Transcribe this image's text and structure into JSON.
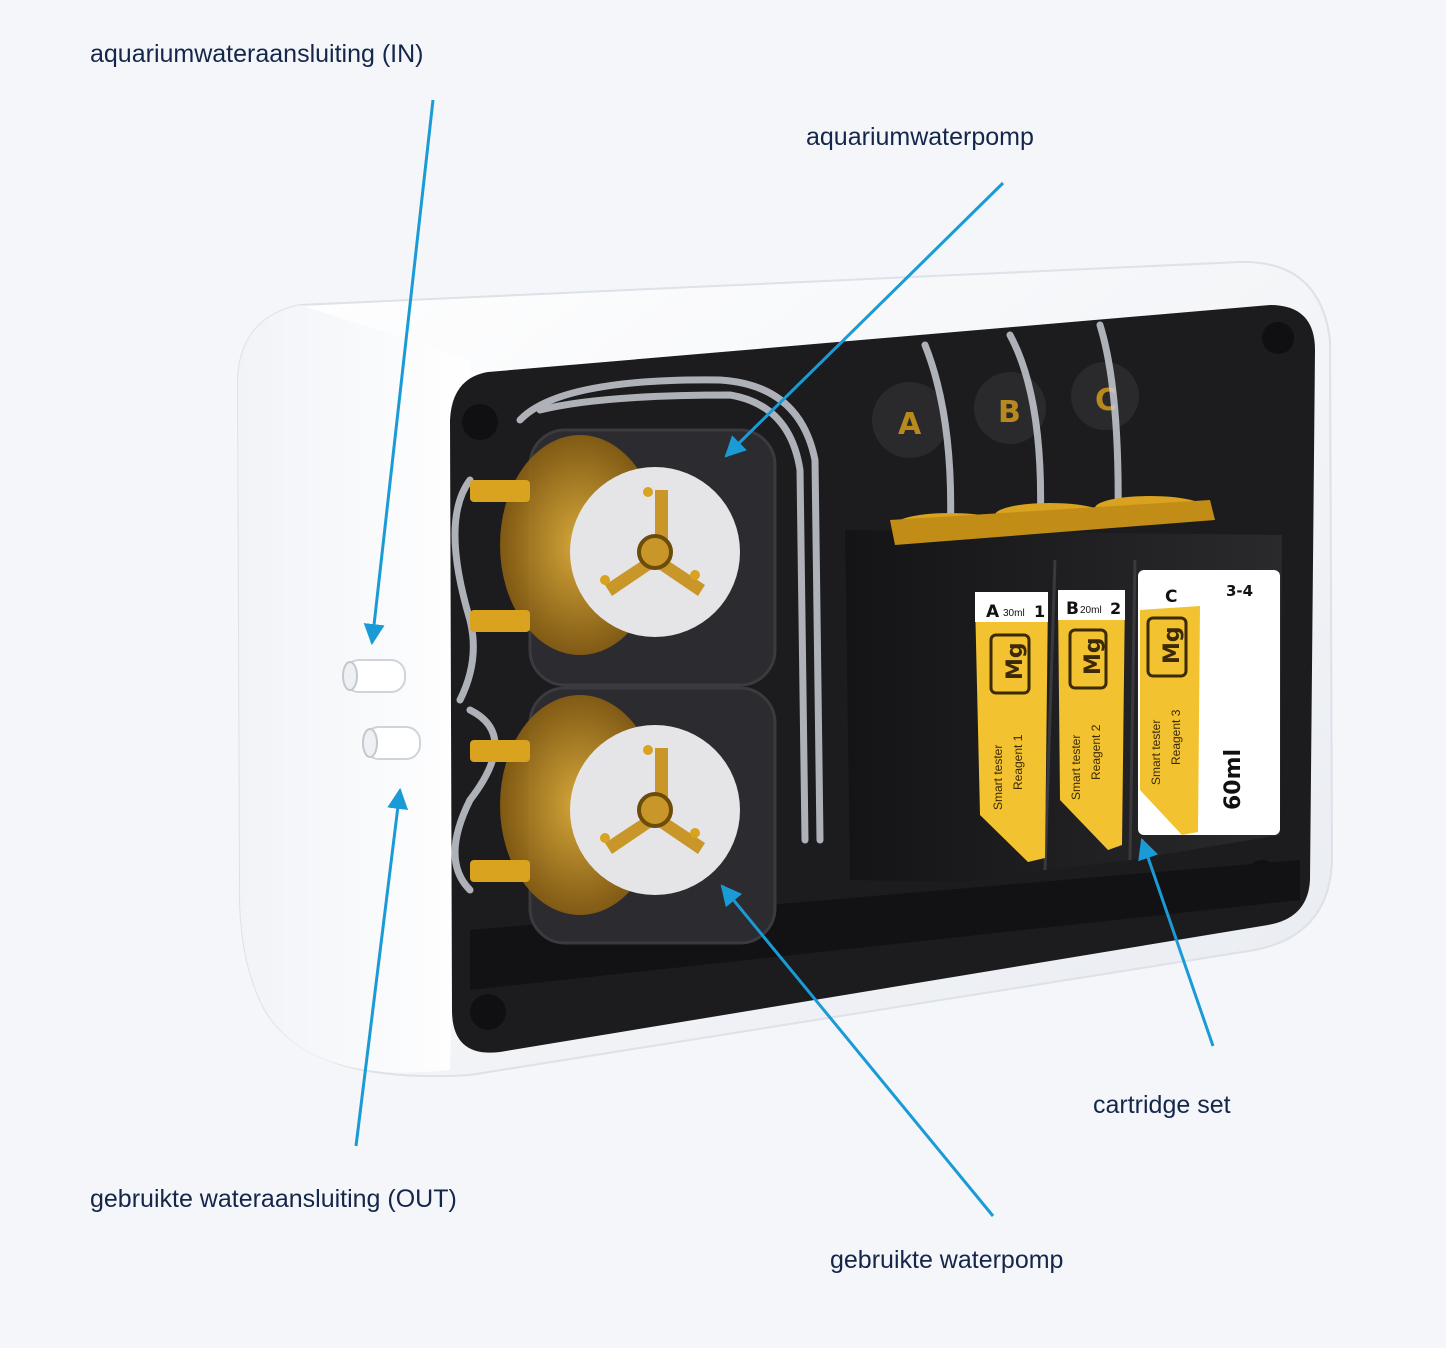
{
  "labels": {
    "water_in": "aquariumwateraansluiting (IN)",
    "aquarium_pump": "aquariumwaterpomp",
    "cartridge_set": "cartridge set",
    "water_out": "gebruikte wateraansluiting (OUT)",
    "used_pump": "gebruikte waterpomp"
  },
  "device": {
    "bottle_letters": [
      "A",
      "B",
      "C"
    ],
    "cartridges": [
      {
        "letter": "A",
        "volume": "30ml",
        "number": "1",
        "element": "Mg",
        "brand": "Smart tester",
        "reagent": "Reagent 1"
      },
      {
        "letter": "B",
        "volume": "20ml",
        "number": "2",
        "element": "Mg",
        "brand": "Smart tester",
        "reagent": "Reagent 2"
      },
      {
        "letter": "C",
        "volume": "60ml",
        "number": "3-4",
        "element": "Mg",
        "brand": "Smart tester",
        "reagent": "Reagent 3"
      }
    ]
  },
  "colors": {
    "arrow": "#1a9bd6",
    "label_text": "#14264a",
    "housing": "#ffffff",
    "interior": "#1c1c1e",
    "amber": "#d9a21f",
    "label_yellow": "#f2c230"
  }
}
